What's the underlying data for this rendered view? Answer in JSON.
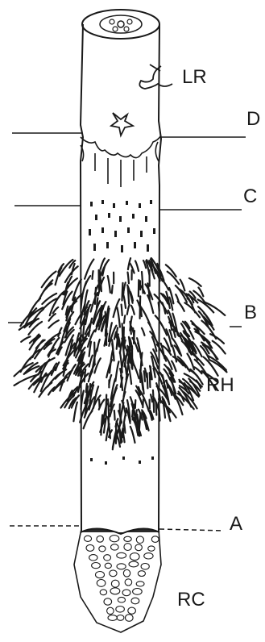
{
  "labels": {
    "lateral_root": "LR",
    "zone_d": "D",
    "zone_c": "C",
    "zone_b": "B",
    "root_hairs": "RH",
    "zone_a": "A",
    "root_cap": "RC"
  },
  "colors": {
    "ink": "#1a1a1a",
    "paper": "#ffffff"
  }
}
